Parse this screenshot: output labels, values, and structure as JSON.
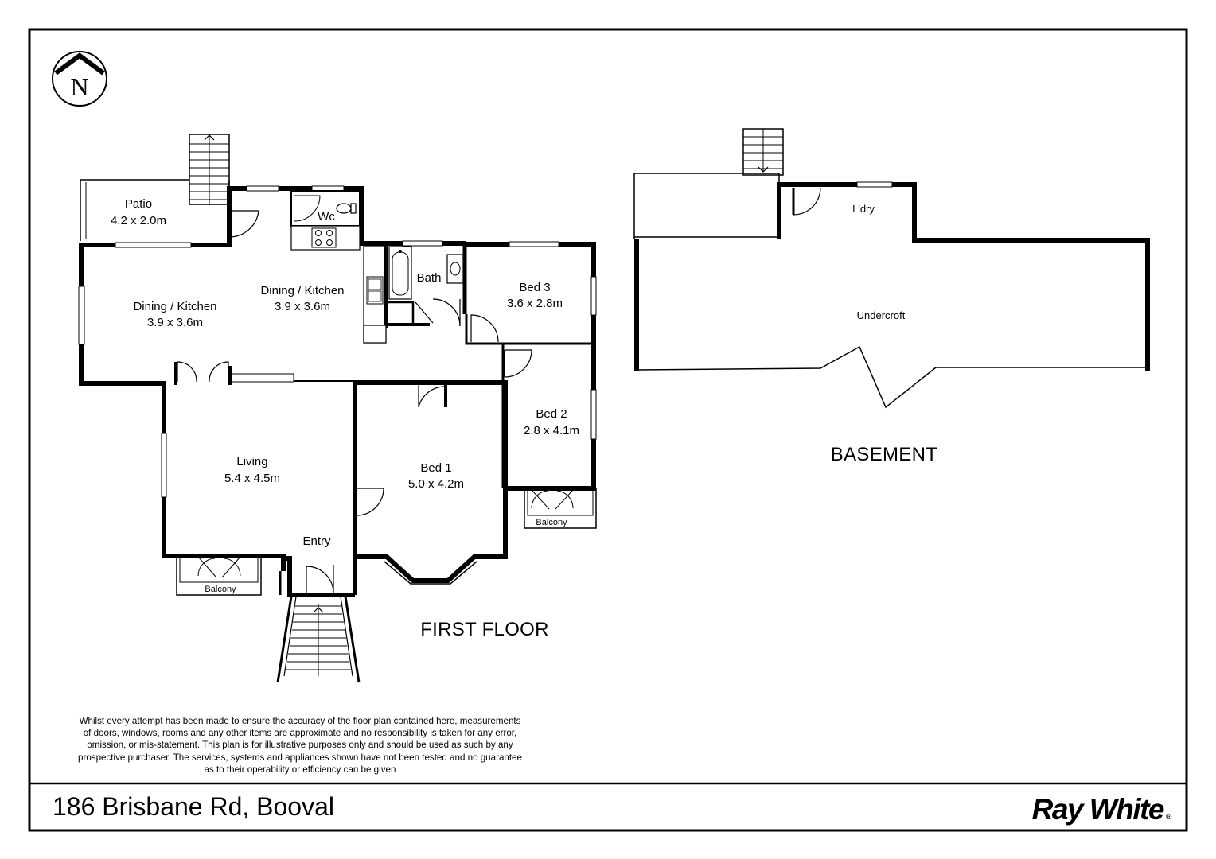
{
  "compass": {
    "letter": "N"
  },
  "first_floor": {
    "title": "FIRST FLOOR",
    "rooms": {
      "patio": {
        "name": "Patio",
        "size": "4.2 x 2.0m"
      },
      "wc": {
        "name": "Wc"
      },
      "dining_west": {
        "name": "Dining / Kitchen",
        "size": "3.9 x 3.6m"
      },
      "dining_east": {
        "name": "Dining / Kitchen",
        "size": "3.9 x 3.6m"
      },
      "bath": {
        "name": "Bath"
      },
      "bed3": {
        "name": "Bed 3",
        "size": "3.6 x 2.8m"
      },
      "bed2": {
        "name": "Bed 2",
        "size": "2.8 x 4.1m"
      },
      "living": {
        "name": "Living",
        "size": "5.4 x 4.5m"
      },
      "bed1": {
        "name": "Bed 1",
        "size": "5.0 x 4.2m"
      },
      "entry": {
        "name": "Entry"
      },
      "balcony_west": {
        "name": "Balcony"
      },
      "balcony_east": {
        "name": "Balcony"
      }
    }
  },
  "basement": {
    "title": "BASEMENT",
    "rooms": {
      "laundry": {
        "name": "L'dry"
      },
      "undercroft": {
        "name": "Undercroft"
      }
    }
  },
  "disclaimer": [
    "Whilst every attempt has been made to ensure the accuracy of the floor plan contained here, measurements",
    "of doors, windows, rooms and any other items are approximate and no responsibility is taken for any error,",
    "omission, or mis-statement. This plan is for illustrative purposes only and should be used as such by any",
    "prospective purchaser. The services, systems and appliances shown have not been tested and no guarantee",
    "as to their operability or efficiency can be given"
  ],
  "footer": {
    "address": "186 Brisbane Rd, Booval",
    "brand": "Ray White",
    "brand_mark": "®"
  }
}
